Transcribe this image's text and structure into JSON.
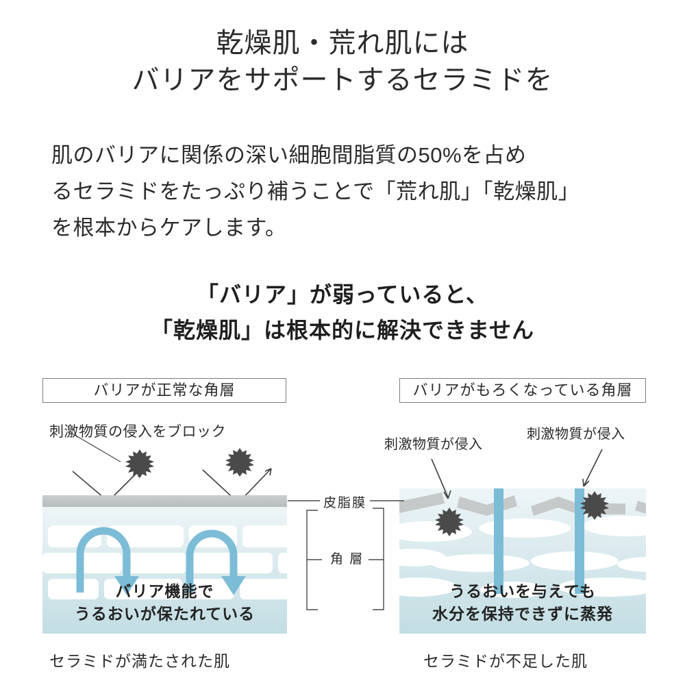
{
  "headline": {
    "line1": "乾燥肌・荒れ肌には",
    "line2": "バリアをサポートするセラミドを"
  },
  "body": {
    "line1": "肌のバリアに関係の深い細胞間脂質の50%を占め",
    "line2": "るセラミドをたっぷり補うことで「荒れ肌」「乾燥肌」",
    "line3": "を根本からケアします。"
  },
  "subhead": {
    "line1": "「バリア」が弱っていると、",
    "line2": "「乾燥肌」は根本的に解決できません"
  },
  "mid_labels": {
    "sebum": "皮脂膜",
    "horny_layer": "角 層"
  },
  "left_panel": {
    "title": "バリアが正常な角層",
    "annotation": "刺激物質の侵入をブロック",
    "inner_line1": "バリア機能で",
    "inner_line2": "うるおいが保たれている",
    "caption": "セラミドが満たされた肌"
  },
  "right_panel": {
    "title": "バリアがもろくなっている角層",
    "annotation_left": "刺激物質が侵入",
    "annotation_right": "刺激物質が侵入",
    "inner_line1": "うるおいを与えても",
    "inner_line2": "水分を保持できずに蒸発",
    "caption": "セラミドが不足した肌"
  },
  "colors": {
    "text": "#2b2b2b",
    "sebum_gray": "#c3c8c8",
    "corneum_top": "#eef5f7",
    "corneum_bottom": "#c2dde3",
    "water_arrow_blue": "#7cbcd6",
    "irritant_dark": "#4a4a4a",
    "box_border": "#7c7c7c"
  }
}
